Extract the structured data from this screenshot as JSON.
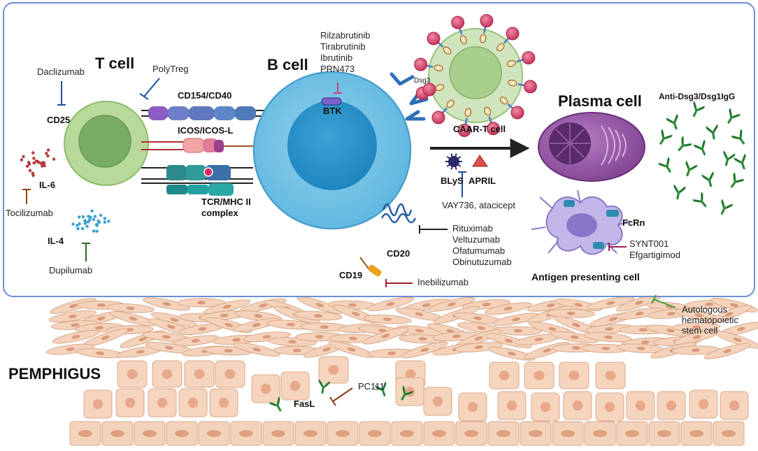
{
  "cells": {
    "t_cell": "T cell",
    "b_cell": "B cell",
    "plasma_cell": "Plasma cell",
    "caar_t_cell": "CAAR-T cell",
    "antigen_presenting_cell": "Antigen presenting cell"
  },
  "disease": "PEMPHIGUS",
  "markers": {
    "cd25": "CD25",
    "il6": "IL-6",
    "il4": "IL-4",
    "cd154_cd40": "CD154/CD40",
    "icos_icosl": "ICOS/ICOS-L",
    "tcr_mhc_line1": "TCR/MHC II",
    "tcr_mhc_line2": "complex",
    "btk": "BTK",
    "dsg3": "Dsg3",
    "blys": "BLyS",
    "april": "APRIL",
    "cd20": "CD20",
    "cd19": "CD19",
    "fcrn": "FcRn",
    "fasl": "FasL",
    "antibodies": "Anti-Dsg3/Dsg1IgG"
  },
  "drugs": {
    "daclizumab": "Daclizumab",
    "polytreg": "PolyTreg",
    "tocilizumab": "Tocilizumab",
    "dupilumab": "Dupilumab",
    "btk_inhibitors": [
      "Rilzabrutinib",
      "Tirabrutinib",
      "Ibrutinib",
      "PRN473"
    ],
    "blys_april_inhibitors": "VAY736, atacicept",
    "cd20_antibodies": [
      "Rituximab",
      "Veltuzumab",
      "Ofatumumab",
      "Obinutuzumab"
    ],
    "inebilizumab": "Inebilizumab",
    "fcrn_inhibitors": [
      "SYNT001",
      "Efgartigimod"
    ],
    "pc111": "PC111",
    "stem_cell_lines": [
      "Autologous",
      "hematopoietic",
      "stem cell"
    ]
  },
  "colors": {
    "panel_border": "#6b8fd6",
    "t_cell": "#b7d99a",
    "b_cell": "#7fc8e8",
    "plasma_cell": "#9b5aa8",
    "caar_t": "#cfe5bd",
    "antibody": "#2e8b3a",
    "skin": "#f6d5bf",
    "inhibitor_daclizumab": "#1f4fa0",
    "inhibitor_btk": "#d0407a",
    "inhibitor_il6": "#8b4513",
    "inhibitor_il4": "#2e6b1f",
    "inhibitor_cd19": "#a0202c",
    "inhibitor_fcrn": "#9a2255",
    "inhibitor_pc111": "#8b3a1a",
    "inhibitor_stem": "#3a9a3a"
  }
}
